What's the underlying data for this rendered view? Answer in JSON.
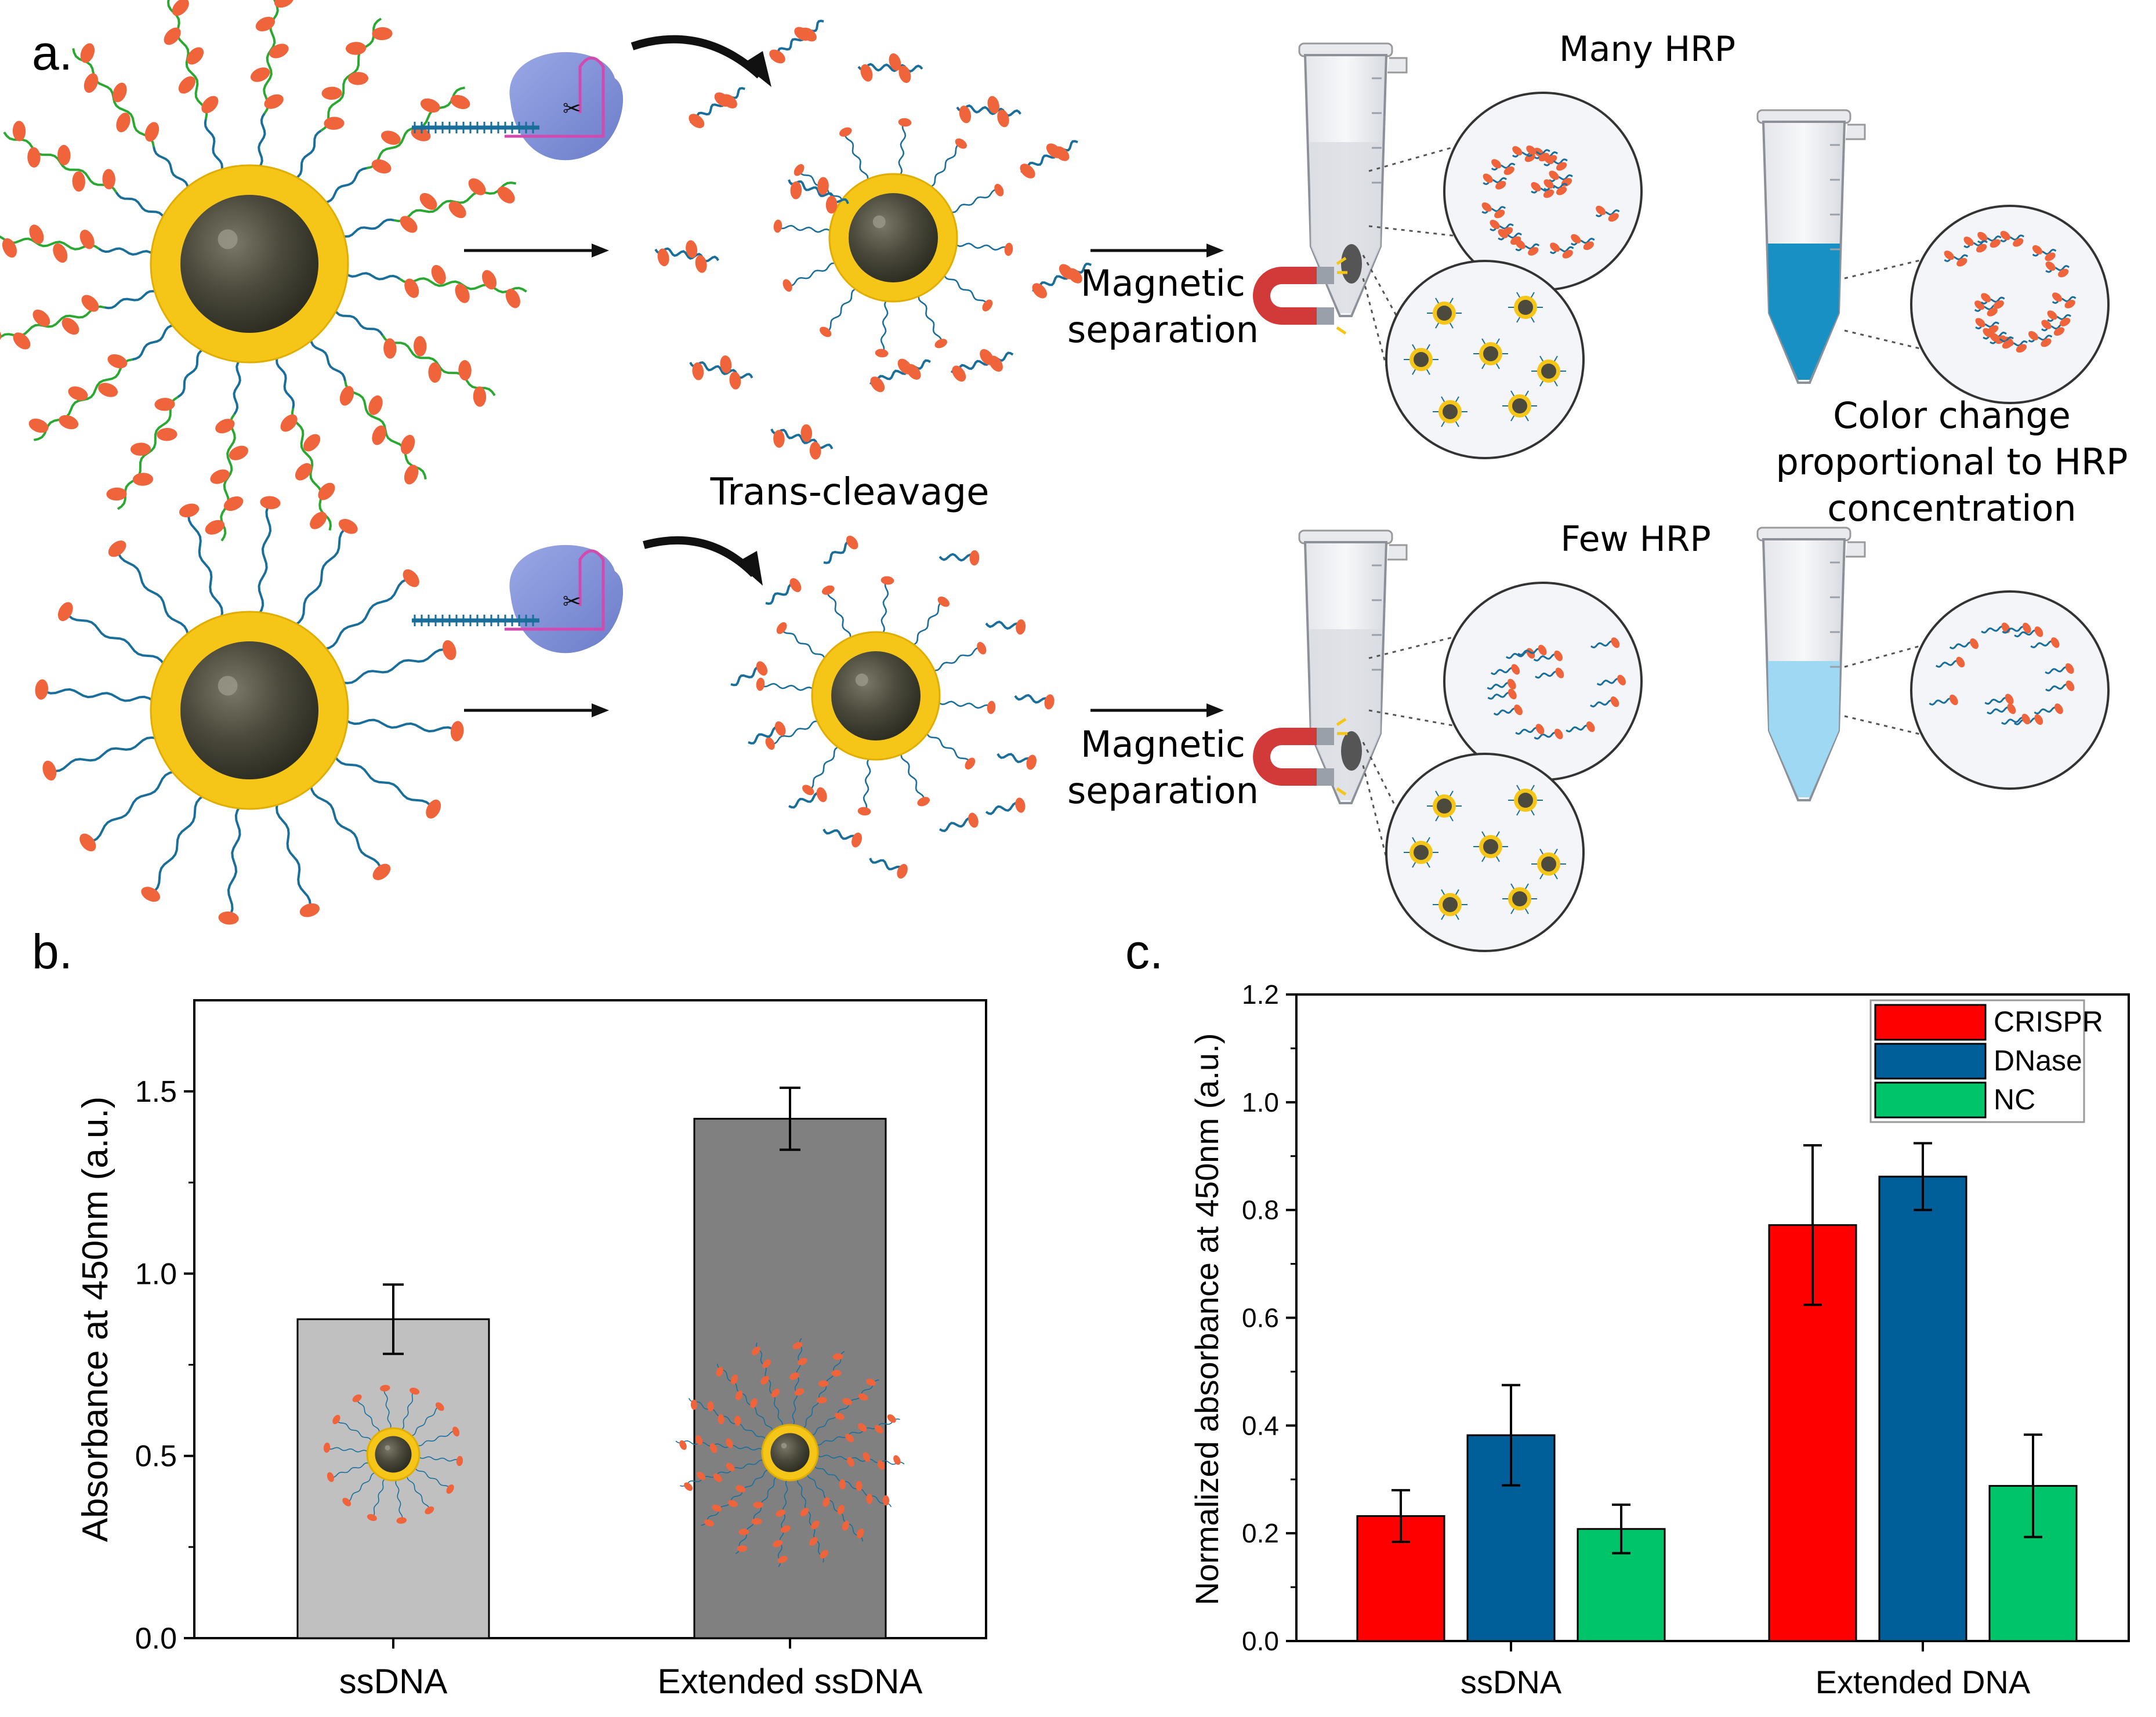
{
  "panel_a": {
    "label": "a.",
    "trans_cleavage": "Trans-cleavage",
    "magnetic_separation_line1": "Magnetic",
    "magnetic_separation_line2": "separation",
    "many_hrp": "Many HRP",
    "few_hrp": "Few HRP",
    "color_change_line1": "Color change",
    "color_change_line2": "proportional to HRP",
    "color_change_line3": "concentration",
    "colors": {
      "hrp": "#f0643c",
      "dna_blue": "#1a6e9a",
      "dna_green": "#2aa832",
      "gold_shell": "#f5c518",
      "core": "#4b4a3c",
      "cas_protein": "#7e8fd6",
      "magnet_red": "#d23a3a",
      "tube_dark_blue": "#1890c4",
      "tube_light_blue": "#9fd8f2"
    }
  },
  "panel_b": {
    "label": "b.",
    "chart_data": {
      "type": "bar",
      "categories": [
        "ssDNA",
        "Extended ssDNA"
      ],
      "values": [
        0.875,
        1.425
      ],
      "errors": [
        0.095,
        0.085
      ],
      "xlabel": "",
      "ylabel": "Absorbance at 450nm (a.u.)",
      "ylim": [
        0,
        1.75
      ],
      "yticks": [
        0.0,
        0.5,
        1.0,
        1.5
      ],
      "ytick_labels": [
        "0.0",
        "0.5",
        "1.0",
        "1.5"
      ],
      "bar_colors": [
        "#c0c0c0",
        "#808080"
      ],
      "grid": false
    }
  },
  "panel_c": {
    "label": "c.",
    "chart_data": {
      "type": "bar",
      "categories": [
        "ssDNA",
        "Extended DNA"
      ],
      "series": [
        {
          "name": "CRISPR",
          "values": [
            0.232,
            0.772
          ],
          "errors": [
            0.048,
            0.148
          ],
          "color": "#ff0000"
        },
        {
          "name": "DNase",
          "values": [
            0.382,
            0.862
          ],
          "errors": [
            0.093,
            0.062
          ],
          "color": "#005f99"
        },
        {
          "name": "NC",
          "values": [
            0.208,
            0.288
          ],
          "errors": [
            0.045,
            0.095
          ],
          "color": "#00c46a"
        }
      ],
      "xlabel": "",
      "ylabel": "Normalized absorbance at 450nm (a.u.)",
      "ylim": [
        0,
        1.2
      ],
      "yticks": [
        0.0,
        0.2,
        0.4,
        0.6,
        0.8,
        1.0,
        1.2
      ],
      "ytick_labels": [
        "0.0",
        "0.2",
        "0.4",
        "0.6",
        "0.8",
        "1.0",
        "1.2"
      ],
      "legend_position": "top-right",
      "grid": false
    }
  }
}
